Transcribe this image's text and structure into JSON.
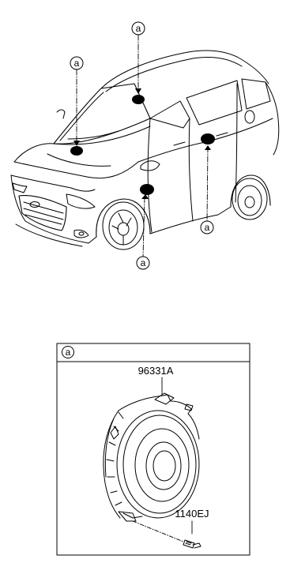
{
  "callouts": {
    "roof": "a",
    "dash": "a",
    "front_door": "a",
    "rear_door": "a",
    "detail_tag": "a"
  },
  "parts": {
    "speaker": "96331A",
    "screw": "1140EJ"
  }
}
